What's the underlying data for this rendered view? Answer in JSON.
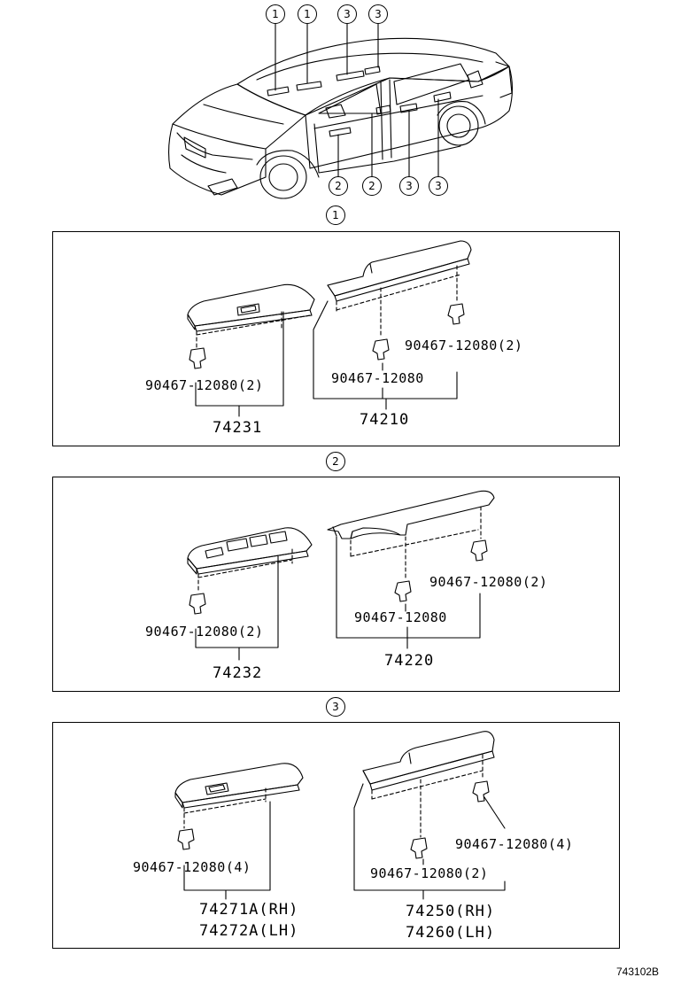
{
  "car_callouts": {
    "top": [
      "1",
      "1",
      "3",
      "3"
    ],
    "bottom": [
      "2",
      "2",
      "3",
      "3"
    ]
  },
  "sections": [
    {
      "marker": "1",
      "clip_left_label": "90467-12080(2)",
      "clip_right_mid_label": "90467-12080",
      "clip_right_label": "90467-12080(2)",
      "left_part": "74231",
      "right_part": "74210"
    },
    {
      "marker": "2",
      "clip_left_label": "90467-12080(2)",
      "clip_right_mid_label": "90467-12080",
      "clip_right_label": "90467-12080(2)",
      "left_part": "74232",
      "right_part": "74220"
    },
    {
      "marker": "3",
      "clip_left_label": "90467-12080(4)",
      "clip_right_mid_label": "90467-12080(2)",
      "clip_right_label": "90467-12080(4)",
      "left_part_rh": "74271A(RH)",
      "left_part_lh": "74272A(LH)",
      "right_part_rh": "74250(RH)",
      "right_part_lh": "74260(LH)"
    }
  ],
  "reference_code": "743102B"
}
